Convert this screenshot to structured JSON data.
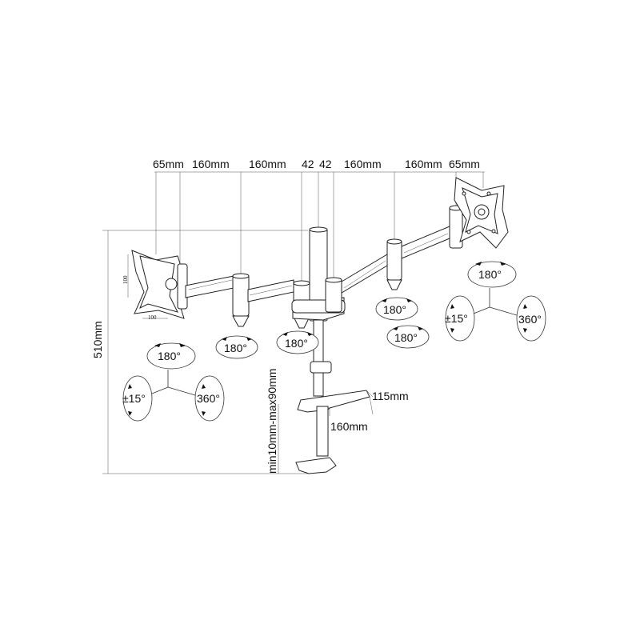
{
  "top_dimensions": [
    "65mm",
    "160mm",
    "160mm",
    "42",
    "42",
    "160mm",
    "160mm",
    "65mm"
  ],
  "height_dimension": "510mm",
  "desk_thickness": "min10mm-max90mm",
  "base_depth": "115mm",
  "base_width": "160mm",
  "vesa_marks": [
    "100",
    "100"
  ],
  "rotation": {
    "tilt": "180°",
    "roll": "±15°",
    "swivel": "360°",
    "arm_joint": "180°"
  }
}
